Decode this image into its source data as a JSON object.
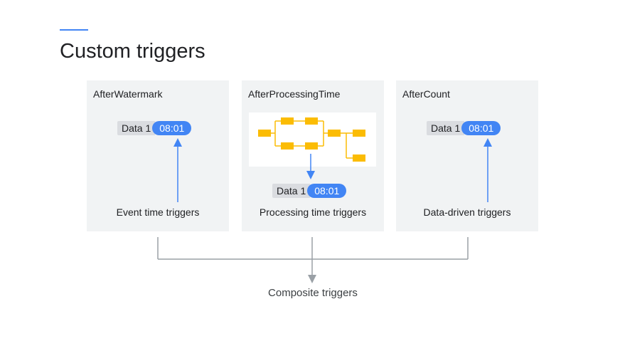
{
  "slide": {
    "title": "Custom triggers",
    "accent_color": "#4285f4"
  },
  "cards": [
    {
      "title": "AfterWatermark",
      "data_label": "Data 1",
      "time": "08:01",
      "caption": "Event time triggers"
    },
    {
      "title": "AfterProcessingTime",
      "data_label": "Data 1",
      "time": "08:01",
      "caption": "Processing time triggers"
    },
    {
      "title": "AfterCount",
      "data_label": "Data 1",
      "time": "08:01",
      "caption": "Data-driven triggers"
    }
  ],
  "composite": {
    "label": "Composite triggers"
  },
  "colors": {
    "card_bg": "#f1f3f4",
    "pill_blue": "#4285f4",
    "pipeline_node": "#fbbc04",
    "connector": "#9aa0a6"
  }
}
